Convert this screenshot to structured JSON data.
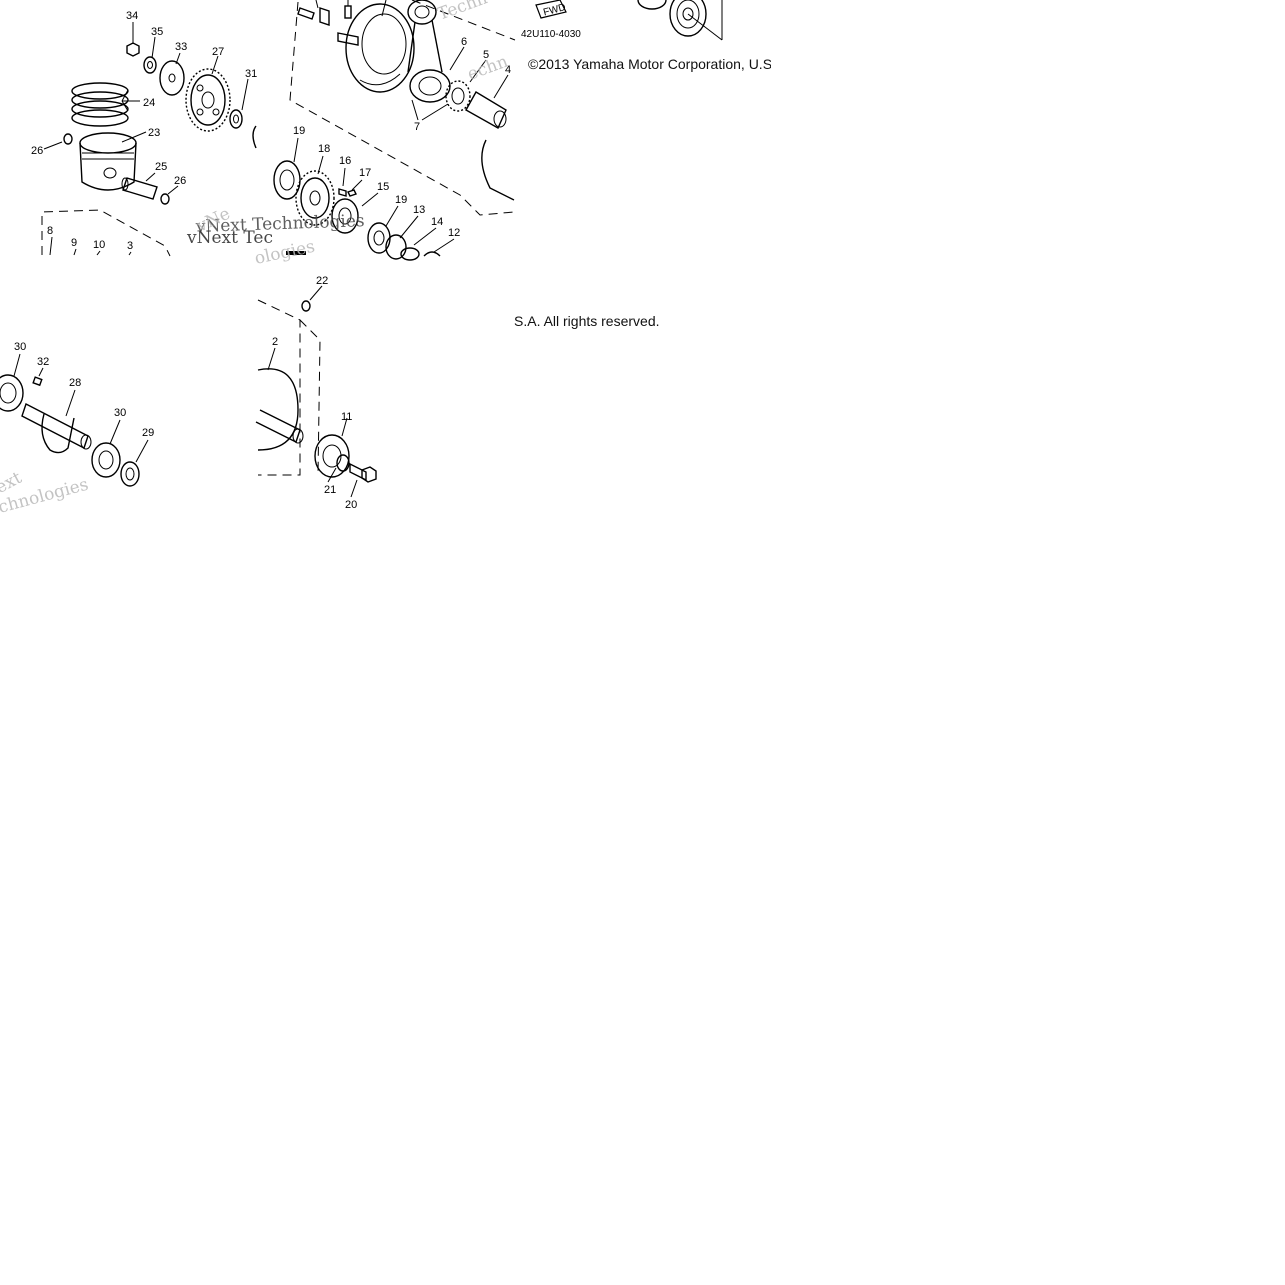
{
  "copyright_line_1": "©2013 Yamaha Motor Corporation, U.S",
  "copyright_line_2": "S.A. All rights reserved.",
  "diagram_code": "42U110-4030",
  "fwd_label": "FWD",
  "watermark_brand": "vNext Technologies",
  "watermark_fragments": [
    "vNext Tec",
    "ologies",
    "Techn",
    "ext",
    "chnologies",
    "echn",
    "vNe"
  ],
  "callouts": [
    "34",
    "35",
    "33",
    "27",
    "31",
    "24",
    "23",
    "26",
    "25",
    "26",
    "8",
    "9",
    "10",
    "3",
    "19",
    "18",
    "16",
    "17",
    "15",
    "19",
    "13",
    "14",
    "12",
    "6",
    "5",
    "4",
    "7",
    "22",
    "2",
    "11",
    "21",
    "20",
    "30",
    "32",
    "28",
    "30",
    "29"
  ]
}
